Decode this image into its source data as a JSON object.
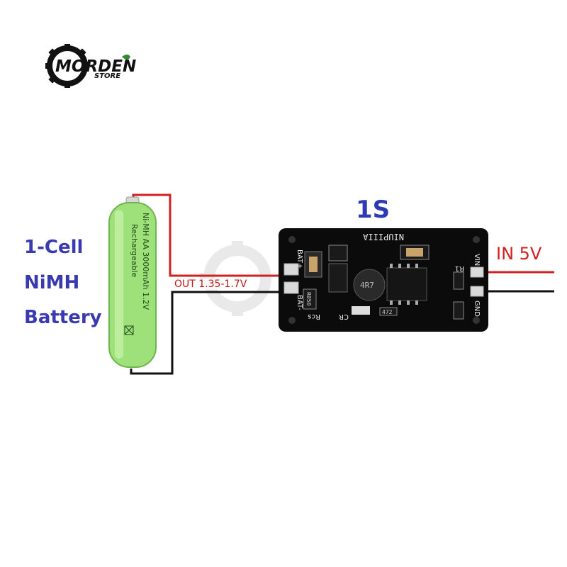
{
  "logo": {
    "brand": "MORDEN",
    "subtitle": "STORE",
    "brand_color": "#111111",
    "accent_color": "#2e8b2e"
  },
  "battery": {
    "labels": [
      "1-Cell",
      "NiMH",
      "Battery"
    ],
    "print_line1": "Ni-MH AA 3000mAh 1.2V",
    "print_line2": "Rechargeable",
    "body_color": "#9ee07a"
  },
  "board": {
    "title": "1S",
    "part_name": "NIUPIIIA",
    "pad_bat_plus": "BAT+",
    "pad_bat_minus": "BAT-",
    "pad_vin": "VIN",
    "pad_gnd": "GND",
    "label_r1": "R1",
    "label_rcs": "Rcs",
    "label_cr": "CR",
    "inductor_text": "4R7",
    "resistor1_text": "R050",
    "resistor2_text": "472",
    "pcb_color": "#0b0b0b"
  },
  "labels": {
    "input": "IN 5V",
    "output": "OUT 1.35-1.7V"
  },
  "wires": {
    "positive_color": "#d22020",
    "negative_color": "#101010"
  }
}
